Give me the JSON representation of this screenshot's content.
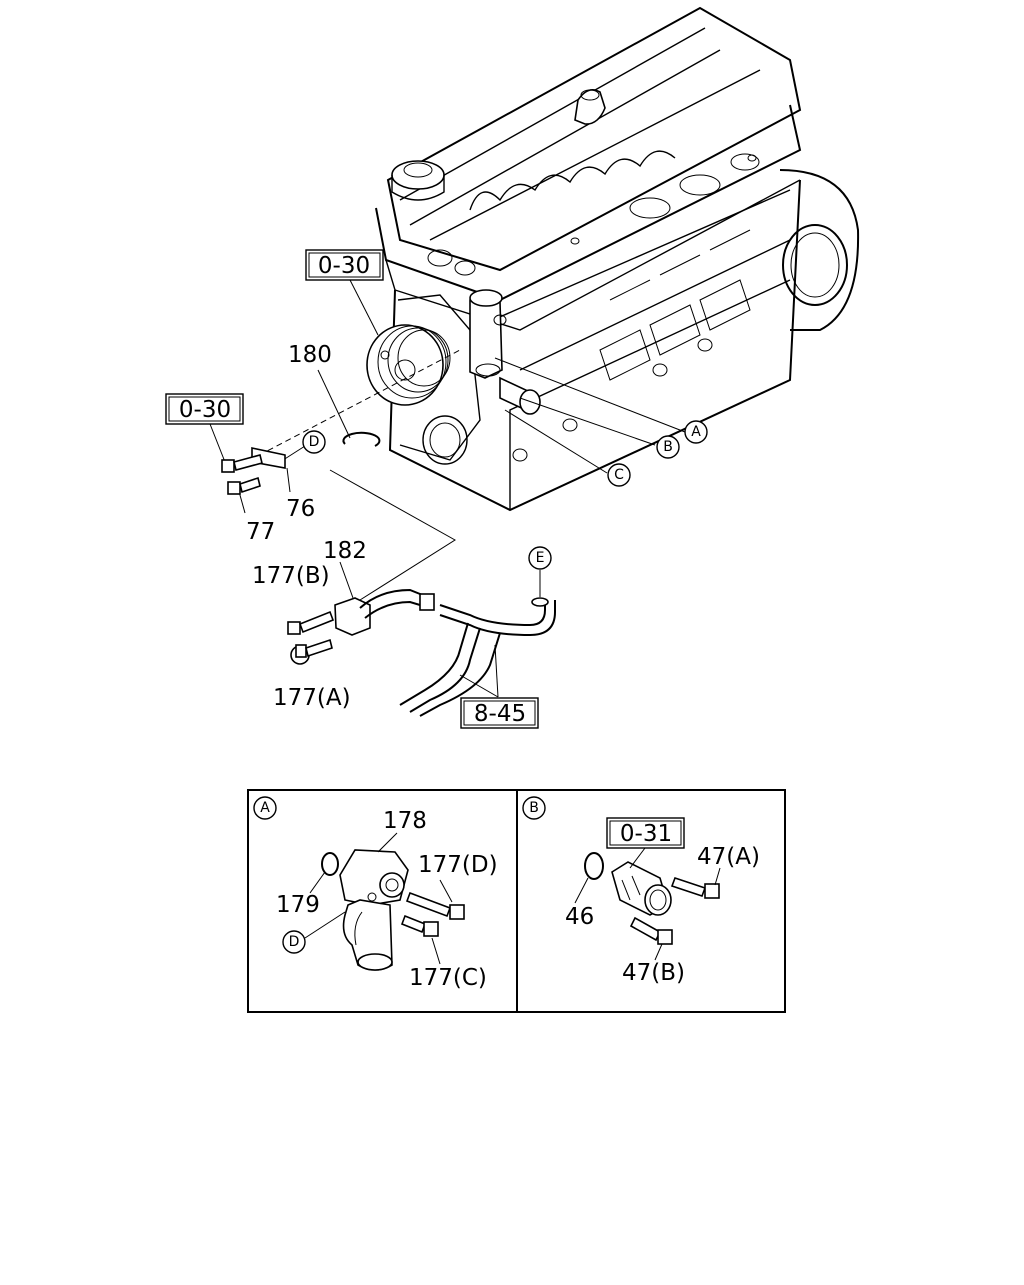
{
  "labels": {
    "ref_0_30_top": "0-30",
    "ref_0_30_left": "0-30",
    "ref_8_45": "8-45",
    "ref_0_31": "0-31",
    "p180": "180",
    "p76": "76",
    "p77": "77",
    "p182": "182",
    "p177B": "177(B)",
    "p177A": "177(A)",
    "p178": "178",
    "p177D": "177(D)",
    "p179": "179",
    "p177C": "177(C)",
    "p46": "46",
    "p47A": "47(A)",
    "p47B": "47(B)"
  },
  "callouts": {
    "A": "A",
    "B": "B",
    "C": "C",
    "D": "D",
    "E": "E"
  },
  "detail_panels": {
    "left_marker": "A",
    "right_marker": "B",
    "left_D": "D"
  }
}
